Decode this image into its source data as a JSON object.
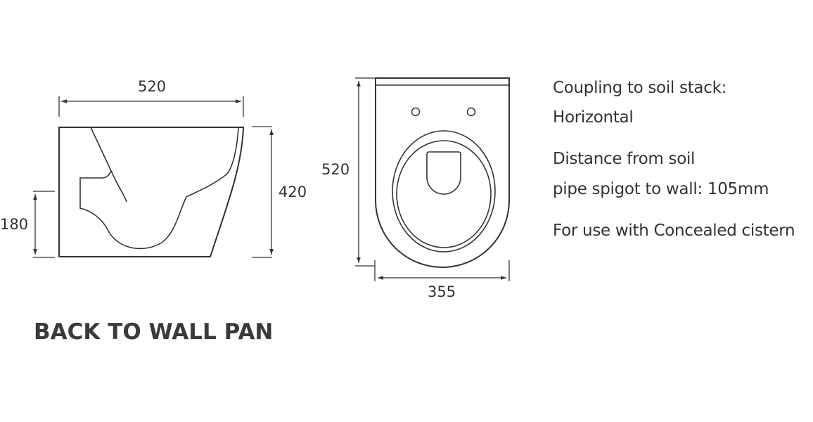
{
  "title": "BACK TO WALL PAN",
  "side_view": {
    "width_label": "520",
    "height_label": "420",
    "outlet_height_label": "180"
  },
  "top_view": {
    "length_label": "520",
    "width_label": "355"
  },
  "specs": [
    "Coupling to soil stack:",
    "Horizontal",
    "Distance from soil",
    "pipe spigot to wall: 105mm",
    "For use with  Concealed cistern"
  ],
  "colors": {
    "line": "#333333",
    "background": "#ffffff"
  }
}
